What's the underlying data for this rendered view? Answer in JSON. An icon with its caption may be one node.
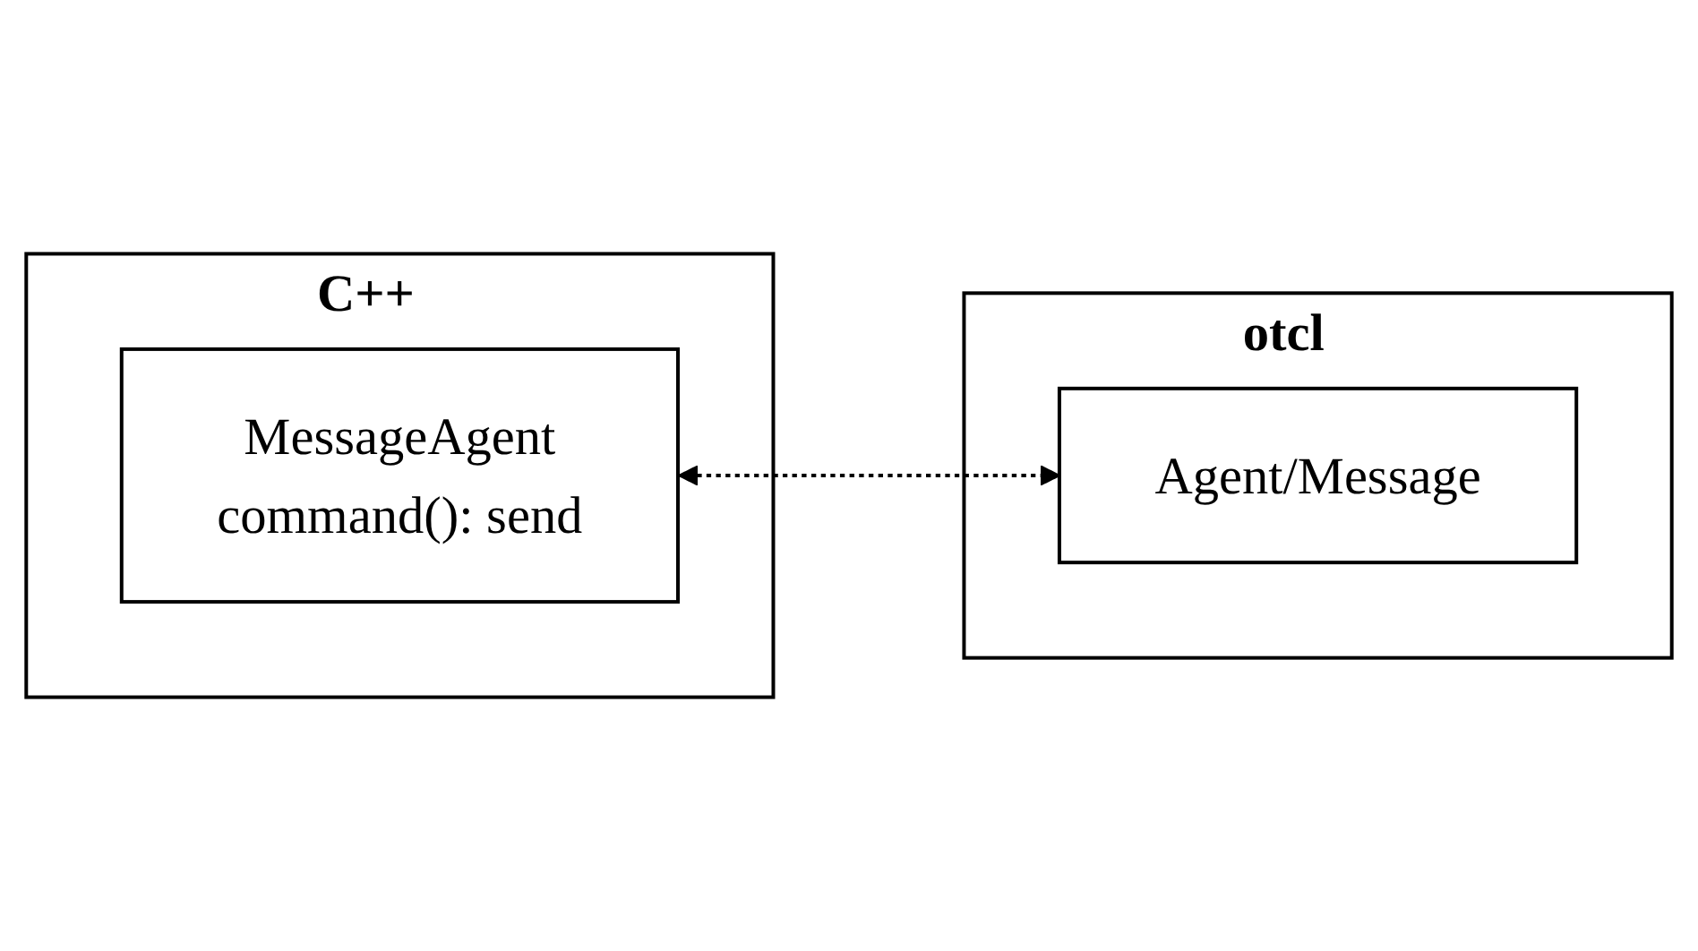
{
  "diagram": {
    "nodes": [
      {
        "text": [
          "C++"
        ]
      },
      {
        "text": [
          "MessageAgent",
          "command(): send"
        ],
        "in": 0
      },
      {
        "text": [
          "otcl"
        ]
      },
      {
        "text": [
          "Agent/Message"
        ],
        "in": 2
      }
    ],
    "edges": [
      {
        "from": 1,
        "to": 3,
        "arrow": "both",
        "style": "dashed"
      }
    ]
  }
}
